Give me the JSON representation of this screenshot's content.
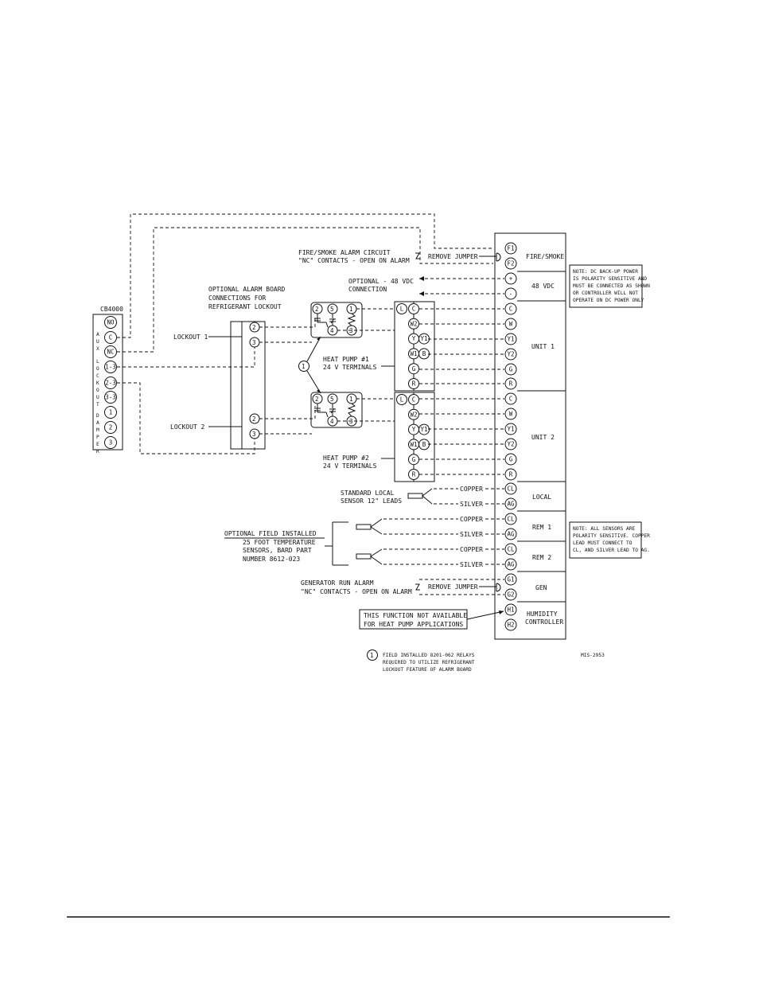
{
  "cb4000": {
    "title": "CB4000",
    "vertical_label": [
      "A",
      "U",
      "X",
      "L",
      "O",
      "C",
      "K",
      "O",
      "U",
      "T",
      "D",
      "A",
      "M",
      "P",
      "E",
      "R"
    ],
    "terminals": [
      "NO",
      "C",
      "NC",
      "1-3",
      "2-3",
      "3-3",
      "1",
      "2",
      "3"
    ]
  },
  "lockouts": {
    "lockout1": "LOCKOUT 1",
    "lockout2": "LOCKOUT 2",
    "terminal_a": "2",
    "terminal_b": "3"
  },
  "alarm_board_note": [
    "OPTIONAL ALARM BOARD",
    "CONNECTIONS FOR",
    "REFRIGERANT LOCKOUT"
  ],
  "relay": {
    "terminals": [
      "2",
      "5",
      "1",
      "4",
      "3"
    ],
    "callout": "1"
  },
  "heat_pump1": {
    "label": [
      "HEAT PUMP #1",
      "24 V TERMINALS"
    ],
    "terminals": [
      "L",
      "C",
      "W2",
      "Y",
      "Y1",
      "W1",
      "B",
      "G",
      "R"
    ]
  },
  "heat_pump2": {
    "label": [
      "HEAT PUMP #2",
      "24 V TERMINALS"
    ],
    "terminals": [
      "L",
      "C",
      "W2",
      "Y",
      "Y1",
      "W1",
      "B",
      "G",
      "R"
    ]
  },
  "fire_smoke": {
    "note": [
      "FIRE/SMOKE ALARM CIRCUIT",
      "\"NC\" CONTACTS - OPEN ON ALARM"
    ],
    "jumper": "REMOVE JUMPER"
  },
  "dc_note": [
    "OPTIONAL - 48 VDC",
    "CONNECTION"
  ],
  "local_sensor": {
    "label": [
      "STANDARD LOCAL",
      "SENSOR 12\" LEADS"
    ],
    "copper": "COPPER",
    "silver": "SILVER"
  },
  "field_sensors": {
    "label": [
      "OPTIONAL FIELD INSTALLED",
      "25 FOOT TEMPERATURE",
      "SENSORS, BARD PART",
      "NUMBER 8612-023"
    ],
    "copper": "COPPER",
    "silver": "SILVER"
  },
  "generator": {
    "note": [
      "GENERATOR RUN ALARM",
      "\"NC\" CONTACTS - OPEN ON ALARM"
    ],
    "jumper": "REMOVE JUMPER"
  },
  "not_available": [
    "THIS FUNCTION NOT AVAILABLE",
    "FOR HEAT PUMP APPLICATIONS"
  ],
  "controller": {
    "terminals": [
      "F1",
      "F2",
      "+",
      "-",
      "C",
      "W",
      "Y1",
      "Y2",
      "G",
      "R",
      "C",
      "W",
      "Y1",
      "Y2",
      "G",
      "R",
      "CL",
      "AG",
      "CL",
      "AG",
      "CL",
      "AG",
      "G1",
      "G2",
      "H1",
      "H2"
    ],
    "sections": [
      "FIRE/SMOKE",
      "48 VDC",
      "UNIT 1",
      "UNIT 2",
      "LOCAL",
      "REM 1",
      "REM 2",
      "GEN",
      "HUMIDITY",
      "CONTROLLER"
    ]
  },
  "note_dc": [
    "NOTE: DC BACK-UP POWER",
    "IS POLARITY SENSITIVE AND",
    "MUST BE CONNECTED AS SHOWN",
    "OR CONTROLLER WILL NOT",
    "OPERATE ON DC POWER ONLY"
  ],
  "note_sensors": [
    "NOTE: ALL SENSORS ARE",
    "POLARITY SENSITIVE. COPPER",
    "LEAD MUST CONNECT TO",
    "CL, AND SILVER LEAD TO AG."
  ],
  "footnote": {
    "marker": "1",
    "lines": [
      "FIELD INSTALLED 8201-062 RELAYS",
      "REQUIRED TO UTILIZE REFRIGERANT",
      "LOCKOUT FEATURE OF ALARM BOARD"
    ]
  },
  "drawing_number": "MIS-2953"
}
